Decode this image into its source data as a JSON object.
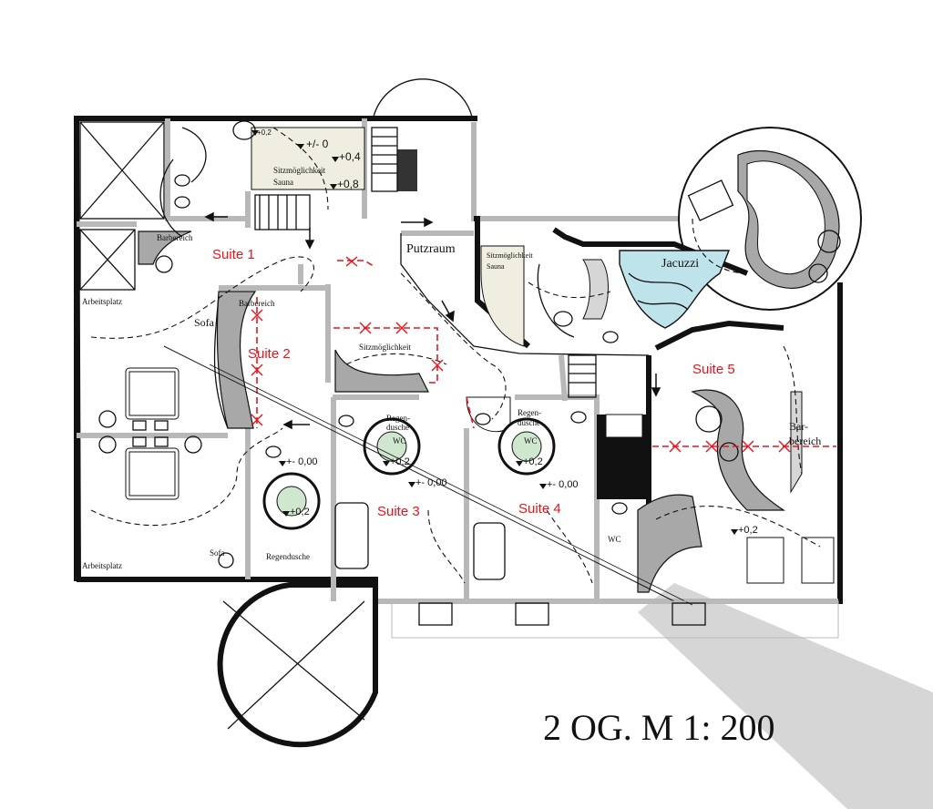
{
  "title": "2 OG. M 1: 200",
  "suites": {
    "suite1": "Suite 1",
    "suite2": "Suite 2",
    "suite3": "Suite 3",
    "suite4": "Suite 4",
    "suite5": "Suite 5"
  },
  "rooms": {
    "putzraum": "Putzraum",
    "jacuzzi": "Jacuzzi",
    "sitz_sauna_top_1": "Sitzmöglichkeit",
    "sitz_sauna_top_2": "Sauna",
    "sitz_sauna_mid_1": "Sitzmöglichkeit",
    "sitz_sauna_mid_2": "Sauna",
    "sitzmoeglichkeit": "Sitzmöglichkeit",
    "barbereich_1": "Barbereich",
    "barbereich_2": "Barbereich",
    "barbereich_5a": "Bar-",
    "barbereich_5b": "bereich",
    "arbeitsplatz_1": "Arbeitsplatz",
    "arbeitsplatz_2": "Arbeitsplatz",
    "sofa_1": "Sofa",
    "sofa_2": "Sofa",
    "regendusche_2": "Regendusche",
    "regendusche_3a": "Regen-",
    "regendusche_3b": "dusche",
    "regendusche_4a": "Regen-",
    "regendusche_4b": "dusche",
    "wc_3": "WC",
    "wc_4": "WC",
    "wc_5": "WC"
  },
  "levels": {
    "top_02": "+0,2",
    "top_pm0": "+/- 0",
    "top_04": "+0,4",
    "top_08": "+0,8",
    "s2_000": "+- 0,00",
    "s2_02": "+0,2",
    "s3_02": "+0,2",
    "s3_000": "+- 0,00",
    "s4_02": "+0,2",
    "s4_000": "+- 0,00",
    "s5_02": "+0,2"
  }
}
